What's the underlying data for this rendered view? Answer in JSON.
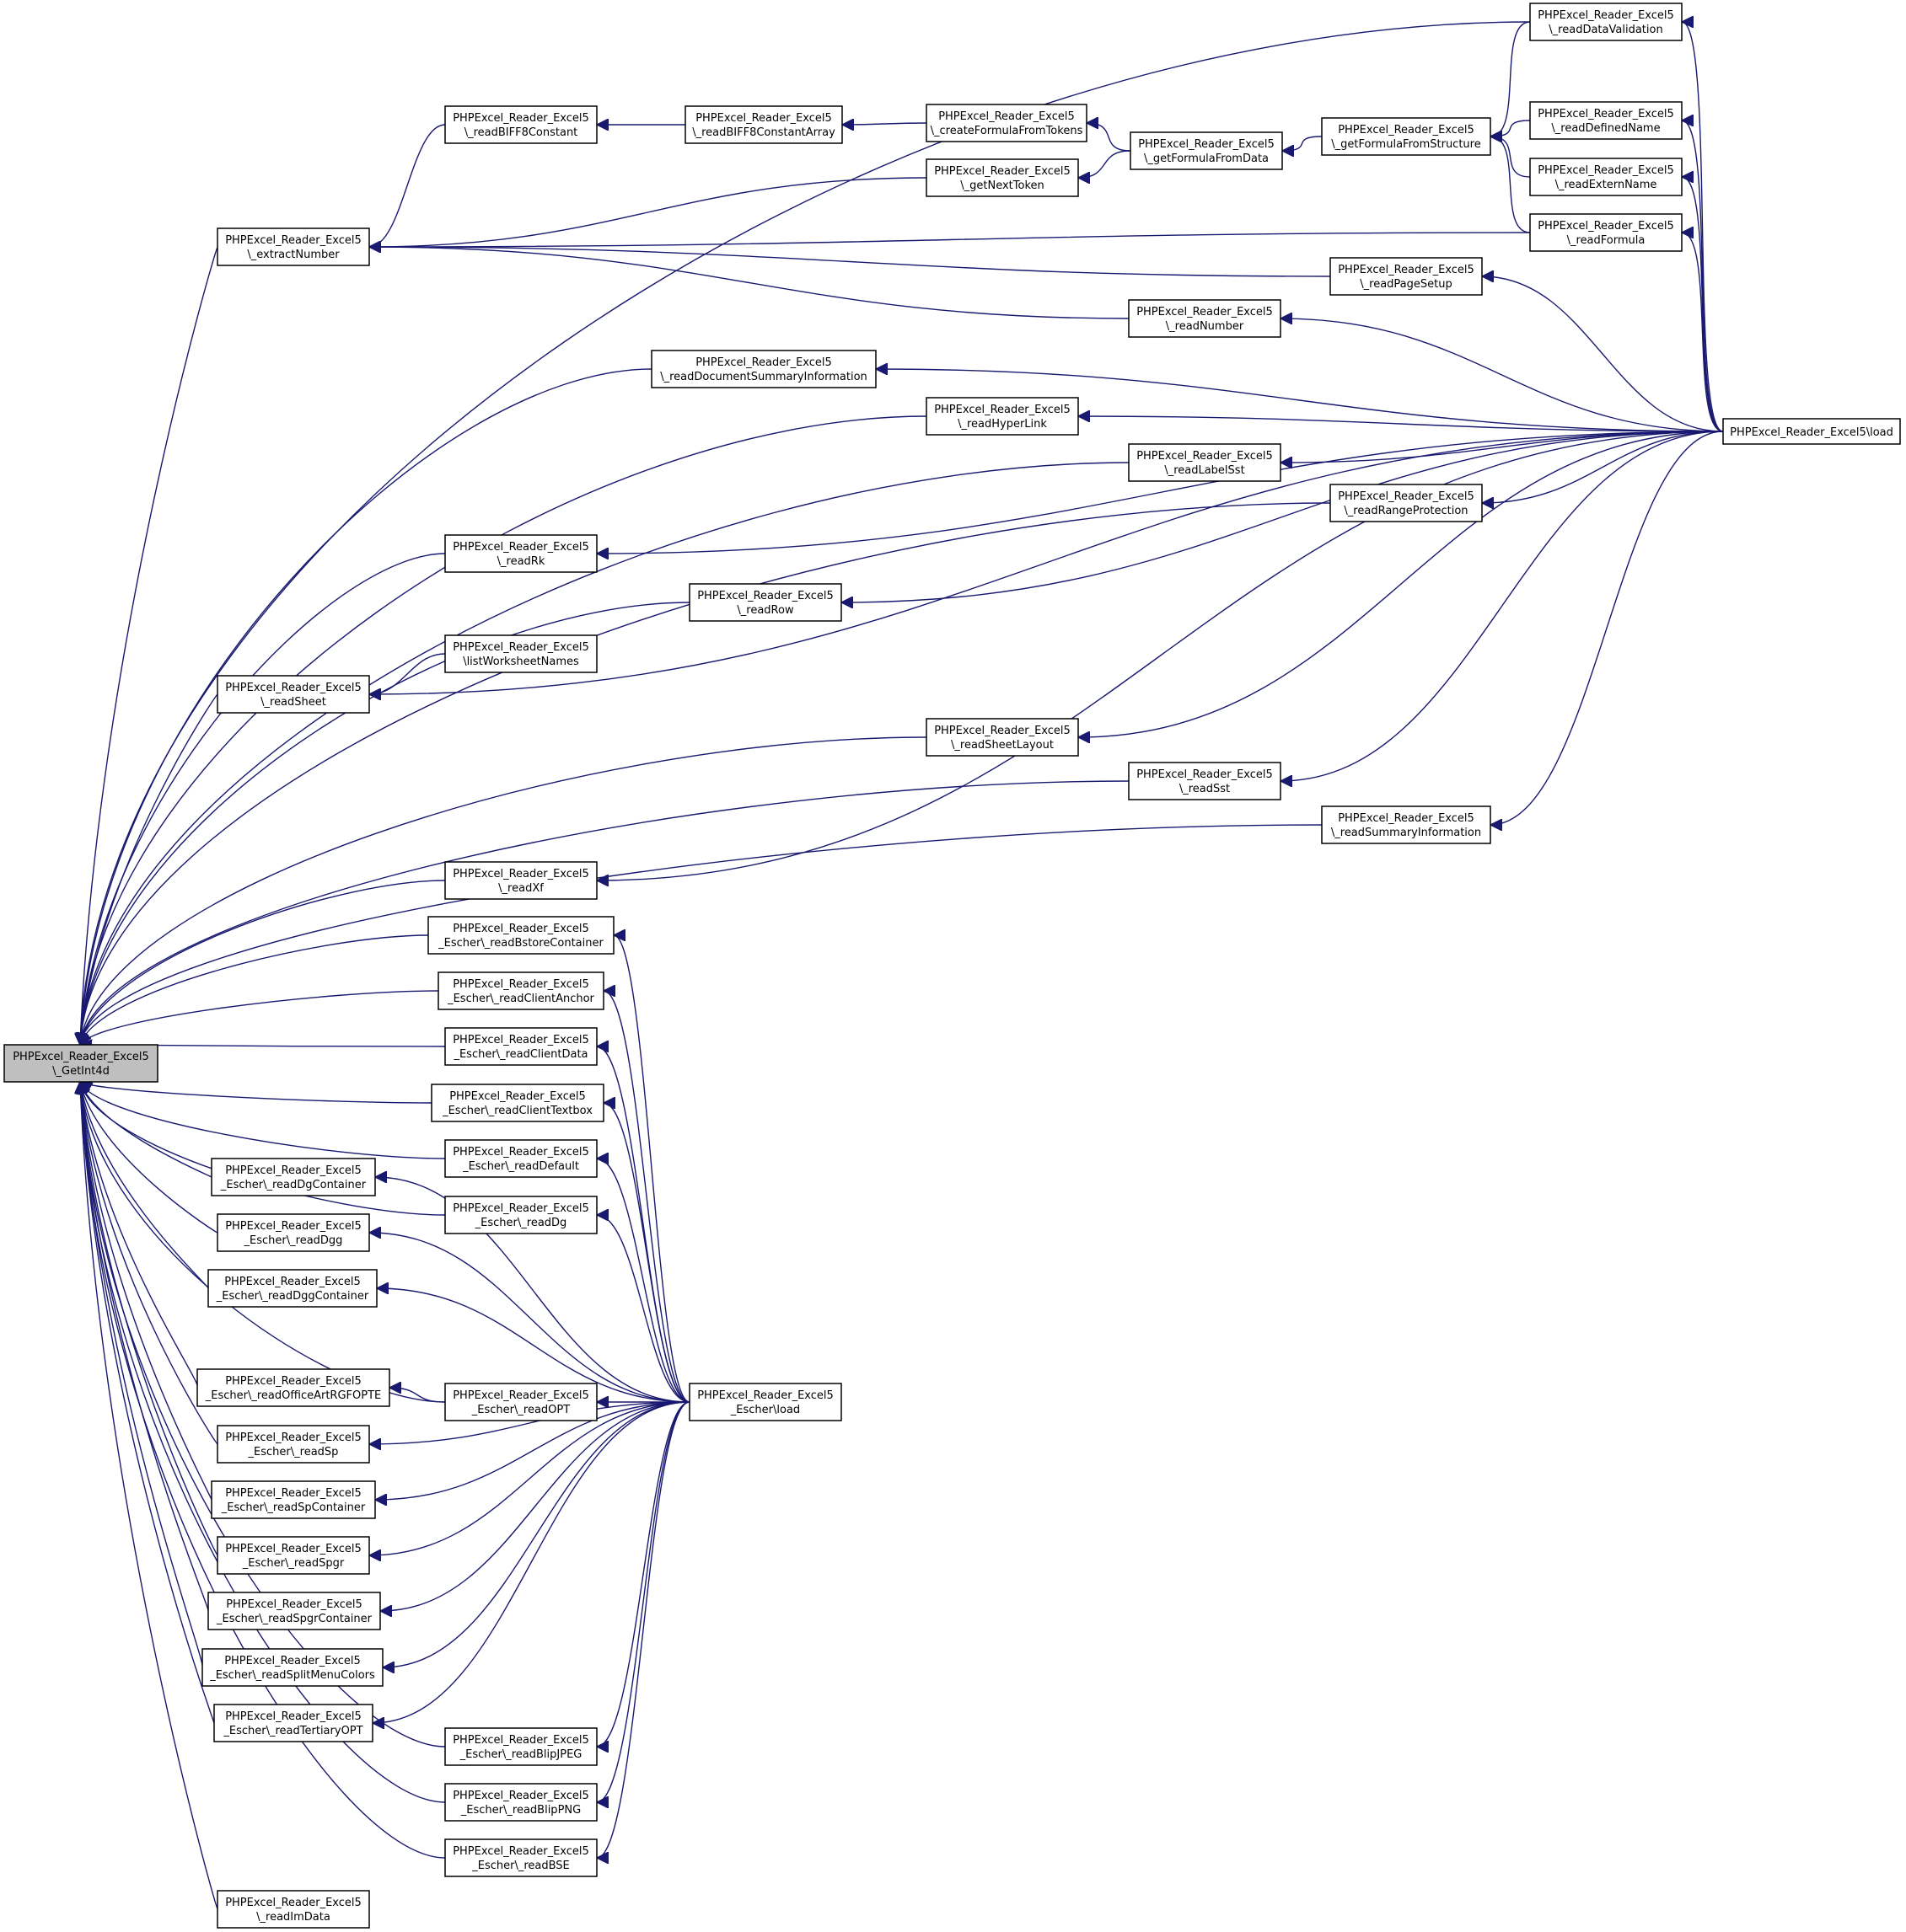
{
  "diagram": {
    "type": "call-graph",
    "colors": {
      "edge": "#191970",
      "node_border": "#000000",
      "node_fill": "#ffffff",
      "root_fill": "#bfbfbf"
    },
    "nodes": [
      {
        "id": "getint4d",
        "line1": "PHPExcel_Reader_Excel5",
        "line2": "\\_GetInt4d",
        "root": true
      },
      {
        "id": "readDataValidation",
        "line1": "PHPExcel_Reader_Excel5",
        "line2": "\\_readDataValidation"
      },
      {
        "id": "readBIFF8Constant",
        "line1": "PHPExcel_Reader_Excel5",
        "line2": "\\_readBIFF8Constant"
      },
      {
        "id": "readBIFF8ConstantArray",
        "line1": "PHPExcel_Reader_Excel5",
        "line2": "\\_readBIFF8ConstantArray"
      },
      {
        "id": "createFormulaFromTokens",
        "line1": "PHPExcel_Reader_Excel5",
        "line2": "\\_createFormulaFromTokens"
      },
      {
        "id": "getFormulaFromData",
        "line1": "PHPExcel_Reader_Excel5",
        "line2": "\\_getFormulaFromData"
      },
      {
        "id": "getFormulaFromStructure",
        "line1": "PHPExcel_Reader_Excel5",
        "line2": "\\_getFormulaFromStructure"
      },
      {
        "id": "readDefinedName",
        "line1": "PHPExcel_Reader_Excel5",
        "line2": "\\_readDefinedName"
      },
      {
        "id": "getNextToken",
        "line1": "PHPExcel_Reader_Excel5",
        "line2": "\\_getNextToken"
      },
      {
        "id": "readExternName",
        "line1": "PHPExcel_Reader_Excel5",
        "line2": "\\_readExternName"
      },
      {
        "id": "extractNumber",
        "line1": "PHPExcel_Reader_Excel5",
        "line2": "\\_extractNumber"
      },
      {
        "id": "readFormula",
        "line1": "PHPExcel_Reader_Excel5",
        "line2": "\\_readFormula"
      },
      {
        "id": "readPageSetup",
        "line1": "PHPExcel_Reader_Excel5",
        "line2": "\\_readPageSetup"
      },
      {
        "id": "readNumber",
        "line1": "PHPExcel_Reader_Excel5",
        "line2": "\\_readNumber"
      },
      {
        "id": "readDocumentSummaryInformation",
        "line1": "PHPExcel_Reader_Excel5",
        "line2": "\\_readDocumentSummaryInformation"
      },
      {
        "id": "readHyperLink",
        "line1": "PHPExcel_Reader_Excel5",
        "line2": "\\_readHyperLink"
      },
      {
        "id": "load",
        "line1": "PHPExcel_Reader_Excel5\\load",
        "line2": ""
      },
      {
        "id": "readLabelSst",
        "line1": "PHPExcel_Reader_Excel5",
        "line2": "\\_readLabelSst"
      },
      {
        "id": "readRangeProtection",
        "line1": "PHPExcel_Reader_Excel5",
        "line2": "\\_readRangeProtection"
      },
      {
        "id": "readRk",
        "line1": "PHPExcel_Reader_Excel5",
        "line2": "\\_readRk"
      },
      {
        "id": "readRow",
        "line1": "PHPExcel_Reader_Excel5",
        "line2": "\\_readRow"
      },
      {
        "id": "listWorksheetNames",
        "line1": "PHPExcel_Reader_Excel5",
        "line2": "\\listWorksheetNames"
      },
      {
        "id": "readSheet",
        "line1": "PHPExcel_Reader_Excel5",
        "line2": "\\_readSheet"
      },
      {
        "id": "readSheetLayout",
        "line1": "PHPExcel_Reader_Excel5",
        "line2": "\\_readSheetLayout"
      },
      {
        "id": "readSst",
        "line1": "PHPExcel_Reader_Excel5",
        "line2": "\\_readSst"
      },
      {
        "id": "readSummaryInformation",
        "line1": "PHPExcel_Reader_Excel5",
        "line2": "\\_readSummaryInformation"
      },
      {
        "id": "readXf",
        "line1": "PHPExcel_Reader_Excel5",
        "line2": "\\_readXf"
      },
      {
        "id": "eReadBstoreContainer",
        "line1": "PHPExcel_Reader_Excel5",
        "line2": "_Escher\\_readBstoreContainer"
      },
      {
        "id": "eReadClientAnchor",
        "line1": "PHPExcel_Reader_Excel5",
        "line2": "_Escher\\_readClientAnchor"
      },
      {
        "id": "eReadClientData",
        "line1": "PHPExcel_Reader_Excel5",
        "line2": "_Escher\\_readClientData"
      },
      {
        "id": "eReadClientTextbox",
        "line1": "PHPExcel_Reader_Excel5",
        "line2": "_Escher\\_readClientTextbox"
      },
      {
        "id": "eReadDefault",
        "line1": "PHPExcel_Reader_Excel5",
        "line2": "_Escher\\_readDefault"
      },
      {
        "id": "eReadDgContainer",
        "line1": "PHPExcel_Reader_Excel5",
        "line2": "_Escher\\_readDgContainer"
      },
      {
        "id": "eReadDg",
        "line1": "PHPExcel_Reader_Excel5",
        "line2": "_Escher\\_readDg"
      },
      {
        "id": "eReadDgg",
        "line1": "PHPExcel_Reader_Excel5",
        "line2": "_Escher\\_readDgg"
      },
      {
        "id": "eReadDggContainer",
        "line1": "PHPExcel_Reader_Excel5",
        "line2": "_Escher\\_readDggContainer"
      },
      {
        "id": "eReadOfficeArtRGFOPTE",
        "line1": "PHPExcel_Reader_Excel5",
        "line2": "_Escher\\_readOfficeArtRGFOPTE"
      },
      {
        "id": "eReadOPT",
        "line1": "PHPExcel_Reader_Excel5",
        "line2": "_Escher\\_readOPT"
      },
      {
        "id": "eLoad",
        "line1": "PHPExcel_Reader_Excel5",
        "line2": "_Escher\\load"
      },
      {
        "id": "eReadSp",
        "line1": "PHPExcel_Reader_Excel5",
        "line2": "_Escher\\_readSp"
      },
      {
        "id": "eReadSpContainer",
        "line1": "PHPExcel_Reader_Excel5",
        "line2": "_Escher\\_readSpContainer"
      },
      {
        "id": "eReadSpgr",
        "line1": "PHPExcel_Reader_Excel5",
        "line2": "_Escher\\_readSpgr"
      },
      {
        "id": "eReadSpgrContainer",
        "line1": "PHPExcel_Reader_Excel5",
        "line2": "_Escher\\_readSpgrContainer"
      },
      {
        "id": "eReadSplitMenuColors",
        "line1": "PHPExcel_Reader_Excel5",
        "line2": "_Escher\\_readSplitMenuColors"
      },
      {
        "id": "eReadTertiaryOPT",
        "line1": "PHPExcel_Reader_Excel5",
        "line2": "_Escher\\_readTertiaryOPT"
      },
      {
        "id": "eReadBlipJPEG",
        "line1": "PHPExcel_Reader_Excel5",
        "line2": "_Escher\\_readBlipJPEG"
      },
      {
        "id": "eReadBlipPNG",
        "line1": "PHPExcel_Reader_Excel5",
        "line2": "_Escher\\_readBlipPNG"
      },
      {
        "id": "eReadBSE",
        "line1": "PHPExcel_Reader_Excel5",
        "line2": "_Escher\\_readBSE"
      },
      {
        "id": "readImData",
        "line1": "PHPExcel_Reader_Excel5",
        "line2": "\\_readImData"
      }
    ],
    "edges": [
      [
        "readDataValidation",
        "getint4d"
      ],
      [
        "readBIFF8Constant",
        "extractNumber"
      ],
      [
        "getNextToken",
        "extractNumber"
      ],
      [
        "readFormula",
        "extractNumber"
      ],
      [
        "readPageSetup",
        "extractNumber"
      ],
      [
        "readNumber",
        "extractNumber"
      ],
      [
        "extractNumber",
        "getint4d"
      ],
      [
        "readBIFF8ConstantArray",
        "readBIFF8Constant"
      ],
      [
        "createFormulaFromTokens",
        "readBIFF8ConstantArray"
      ],
      [
        "getFormulaFromData",
        "createFormulaFromTokens"
      ],
      [
        "getFormulaFromData",
        "getNextToken"
      ],
      [
        "getFormulaFromStructure",
        "getFormulaFromData"
      ],
      [
        "readDataValidation",
        "getFormulaFromStructure"
      ],
      [
        "readDefinedName",
        "getFormulaFromStructure"
      ],
      [
        "readExternName",
        "getFormulaFromStructure"
      ],
      [
        "readFormula",
        "getFormulaFromStructure"
      ],
      [
        "load",
        "readDataValidation"
      ],
      [
        "load",
        "readDefinedName"
      ],
      [
        "load",
        "readExternName"
      ],
      [
        "load",
        "readFormula"
      ],
      [
        "load",
        "readPageSetup"
      ],
      [
        "load",
        "readNumber"
      ],
      [
        "readDocumentSummaryInformation",
        "getint4d"
      ],
      [
        "load",
        "readDocumentSummaryInformation"
      ],
      [
        "readHyperLink",
        "getint4d"
      ],
      [
        "load",
        "readHyperLink"
      ],
      [
        "readLabelSst",
        "getint4d"
      ],
      [
        "load",
        "readLabelSst"
      ],
      [
        "readRangeProtection",
        "getint4d"
      ],
      [
        "load",
        "readRangeProtection"
      ],
      [
        "readRk",
        "getint4d"
      ],
      [
        "load",
        "readRk"
      ],
      [
        "readRow",
        "getint4d"
      ],
      [
        "load",
        "readRow"
      ],
      [
        "listWorksheetNames",
        "readSheet"
      ],
      [
        "readSheet",
        "getint4d"
      ],
      [
        "load",
        "readSheet"
      ],
      [
        "readSheetLayout",
        "getint4d"
      ],
      [
        "load",
        "readSheetLayout"
      ],
      [
        "readSst",
        "getint4d"
      ],
      [
        "load",
        "readSst"
      ],
      [
        "readSummaryInformation",
        "getint4d"
      ],
      [
        "load",
        "readSummaryInformation"
      ],
      [
        "readXf",
        "getint4d"
      ],
      [
        "load",
        "readXf"
      ],
      [
        "eReadBstoreContainer",
        "getint4d"
      ],
      [
        "eReadClientAnchor",
        "getint4d"
      ],
      [
        "eReadClientData",
        "getint4d"
      ],
      [
        "eReadClientTextbox",
        "getint4d"
      ],
      [
        "eReadDefault",
        "getint4d"
      ],
      [
        "eReadDg",
        "getint4d"
      ],
      [
        "eReadDgContainer",
        "getint4d"
      ],
      [
        "eReadDgg",
        "getint4d"
      ],
      [
        "eReadDggContainer",
        "getint4d"
      ],
      [
        "eReadOPT",
        "getint4d"
      ],
      [
        "eReadOfficeArtRGFOPTE",
        "getint4d"
      ],
      [
        "eReadSp",
        "getint4d"
      ],
      [
        "eReadSpContainer",
        "getint4d"
      ],
      [
        "eReadSpgr",
        "getint4d"
      ],
      [
        "eReadSpgrContainer",
        "getint4d"
      ],
      [
        "eReadSplitMenuColors",
        "getint4d"
      ],
      [
        "eReadTertiaryOPT",
        "getint4d"
      ],
      [
        "eReadBlipJPEG",
        "getint4d"
      ],
      [
        "eReadBlipPNG",
        "getint4d"
      ],
      [
        "eReadBSE",
        "getint4d"
      ],
      [
        "readImData",
        "getint4d"
      ],
      [
        "eReadOPT",
        "eReadOfficeArtRGFOPTE"
      ],
      [
        "eLoad",
        "eReadOPT"
      ],
      [
        "eLoad",
        "eReadBstoreContainer"
      ],
      [
        "eLoad",
        "eReadClientAnchor"
      ],
      [
        "eLoad",
        "eReadClientData"
      ],
      [
        "eLoad",
        "eReadClientTextbox"
      ],
      [
        "eLoad",
        "eReadDefault"
      ],
      [
        "eLoad",
        "eReadDg"
      ],
      [
        "eLoad",
        "eReadDgContainer"
      ],
      [
        "eLoad",
        "eReadDgg"
      ],
      [
        "eLoad",
        "eReadDggContainer"
      ],
      [
        "eLoad",
        "eReadSp"
      ],
      [
        "eLoad",
        "eReadSpContainer"
      ],
      [
        "eLoad",
        "eReadSpgr"
      ],
      [
        "eLoad",
        "eReadSpgrContainer"
      ],
      [
        "eLoad",
        "eReadSplitMenuColors"
      ],
      [
        "eLoad",
        "eReadTertiaryOPT"
      ],
      [
        "eLoad",
        "eReadBlipJPEG"
      ],
      [
        "eLoad",
        "eReadBlipPNG"
      ],
      [
        "eLoad",
        "eReadBSE"
      ]
    ]
  }
}
